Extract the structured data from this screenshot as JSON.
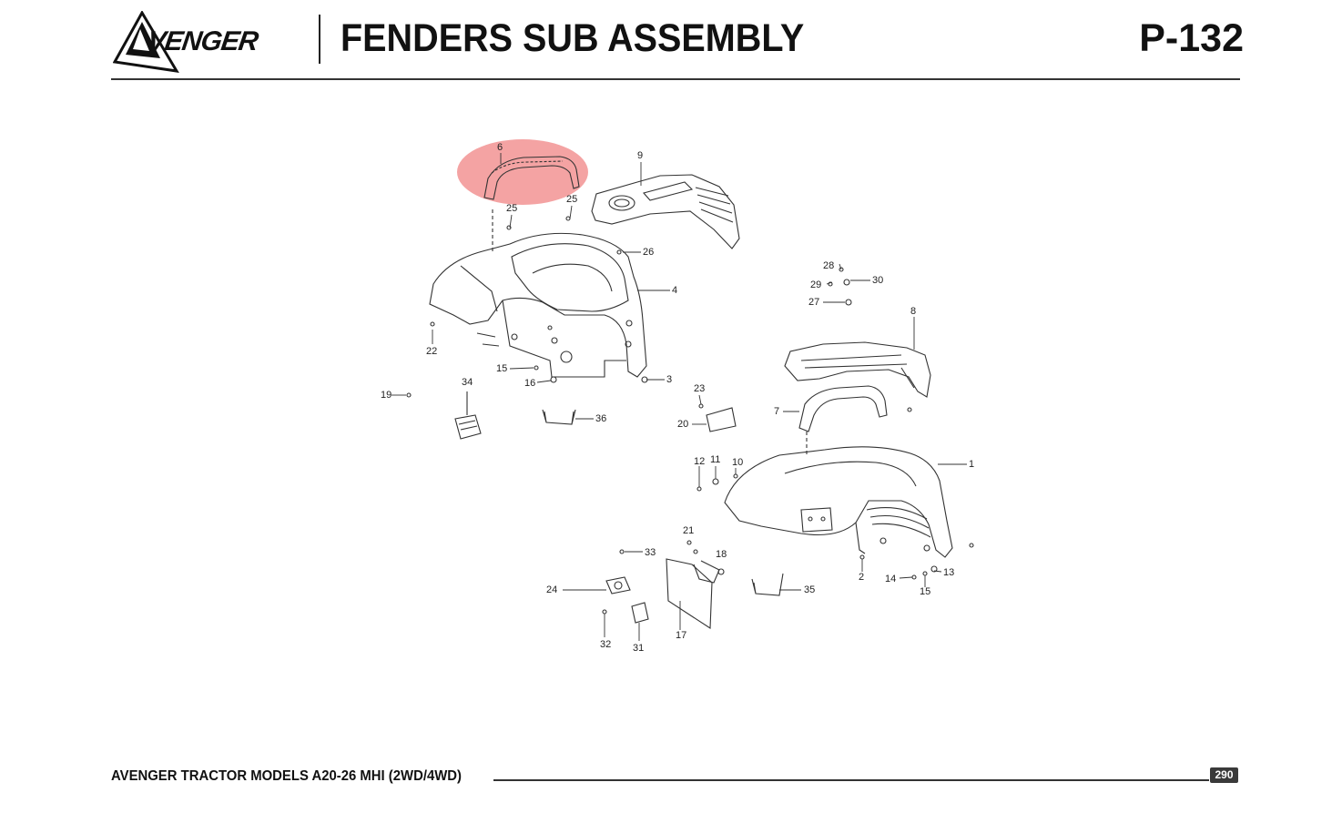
{
  "header": {
    "brand": "VENGER",
    "title": "FENDERS SUB ASSEMBLY",
    "page_code": "P-132"
  },
  "callouts": {
    "c1": "1",
    "c2": "2",
    "c3": "3",
    "c4": "4",
    "c6": "6",
    "c7": "7",
    "c8": "8",
    "c9": "9",
    "c10": "10",
    "c11": "11",
    "c12": "12",
    "c13": "13",
    "c14": "14",
    "c15a": "15",
    "c15b": "15",
    "c16": "16",
    "c17": "17",
    "c18": "18",
    "c19": "19",
    "c20": "20",
    "c21": "21",
    "c22": "22",
    "c23": "23",
    "c24": "24",
    "c25a": "25",
    "c25b": "25",
    "c26": "26",
    "c27": "27",
    "c28": "28",
    "c29": "29",
    "c30": "30",
    "c31": "31",
    "c32": "32",
    "c33": "33",
    "c34": "34",
    "c35": "35",
    "c36": "36"
  },
  "highlight": {
    "color": "#f08080"
  },
  "footer": {
    "text": "AVENGER TRACTOR MODELS A20-26 MHI (2WD/4WD)",
    "page_number": "290"
  }
}
